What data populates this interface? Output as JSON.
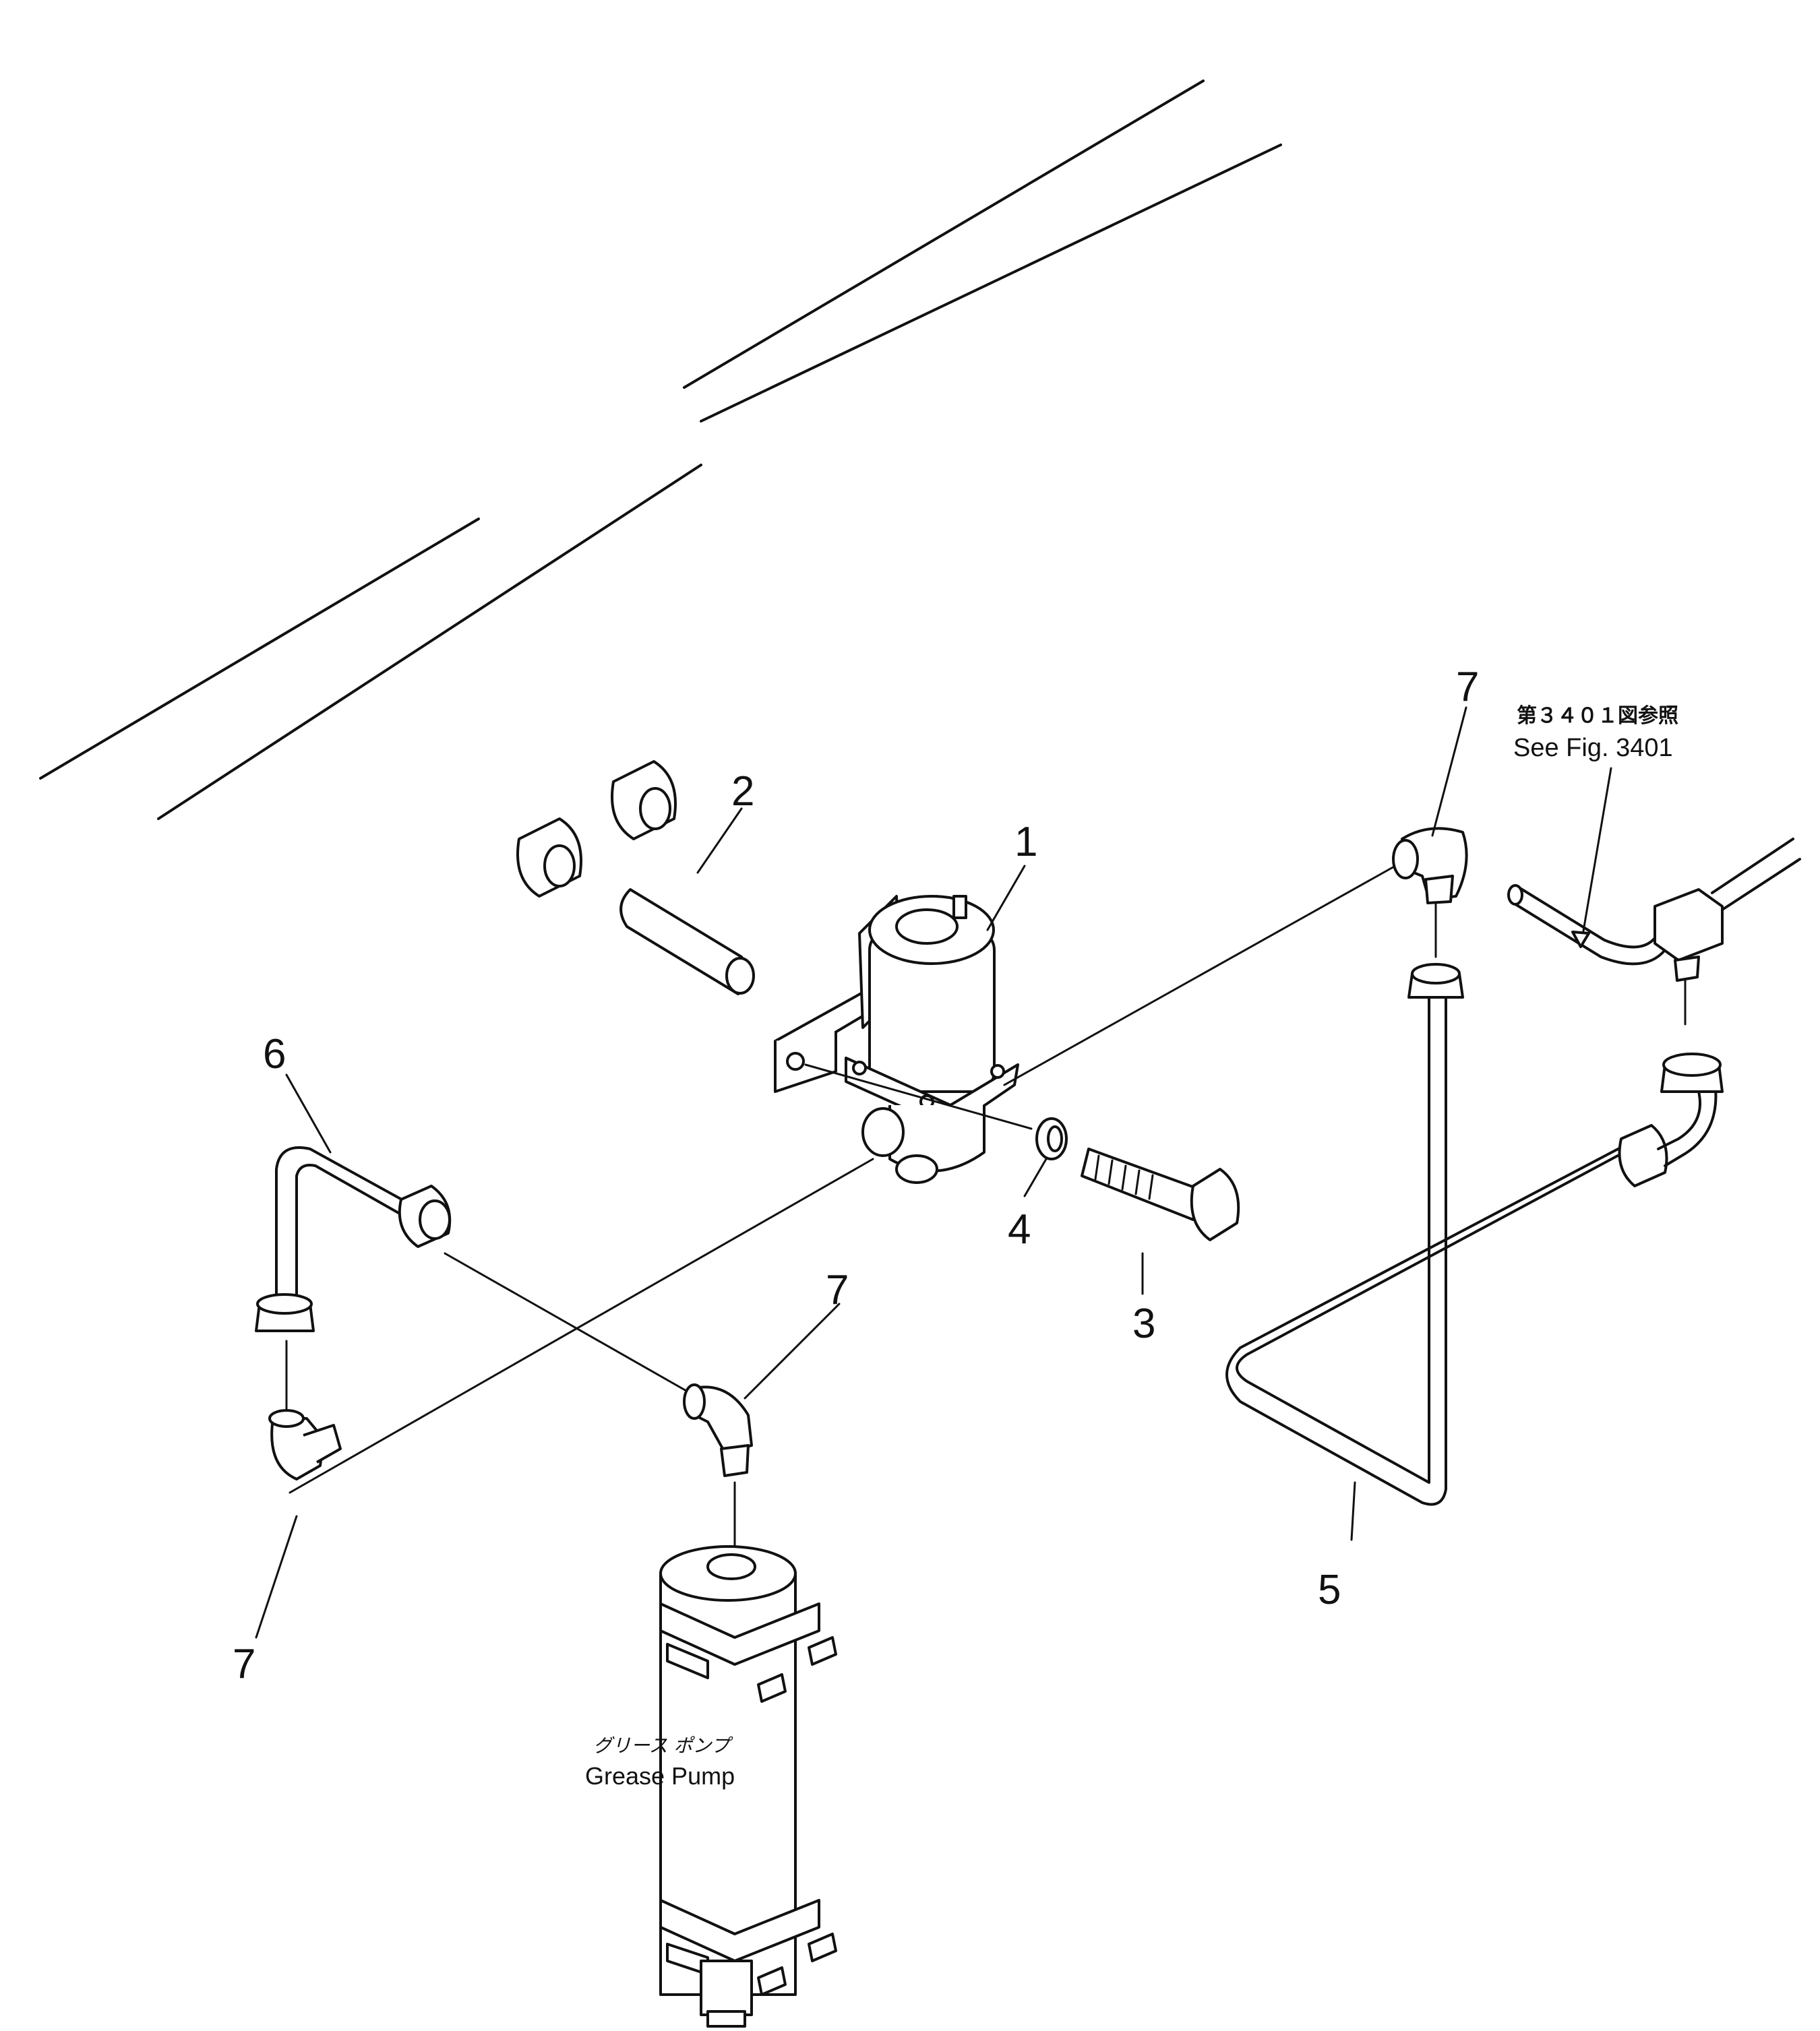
{
  "callouts": {
    "c1": "1",
    "c2": "2",
    "c3": "3",
    "c4": "4",
    "c5": "5",
    "c6": "6",
    "c7a": "7",
    "c7b": "7",
    "c7c": "7"
  },
  "reference_note": {
    "jp": "第３４０１図参照",
    "en": "See Fig. 3401"
  },
  "pump_label": {
    "jp": "グリース ポンプ",
    "en": "Grease Pump"
  }
}
